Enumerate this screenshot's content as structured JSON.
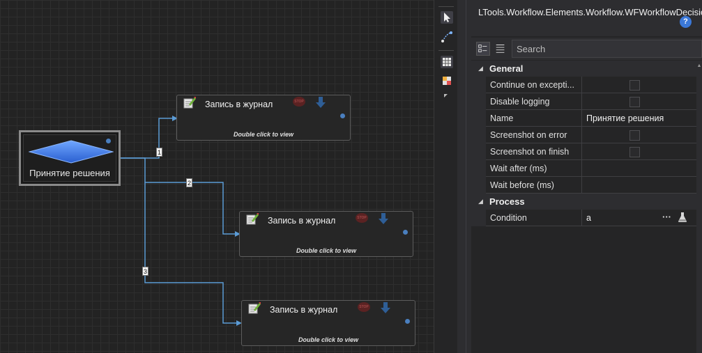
{
  "canvas": {
    "decision": {
      "label": "Принятие решения"
    },
    "branches": [
      {
        "title": "Запись в журнал",
        "hint": "Double click to view"
      },
      {
        "title": "Запись в журнал",
        "hint": "Double click to view"
      },
      {
        "title": "Запись в журнал",
        "hint": "Double click to view"
      }
    ],
    "connector_labels": [
      "1",
      "2",
      "3"
    ],
    "stop_icon_text": "STOP",
    "colors": {
      "connector": "#5b9bd5",
      "diamond": "#3d7de8",
      "grid": "#2e2e2e"
    }
  },
  "toolbox": {
    "icons": [
      "pointer-icon",
      "connector-tool-icon",
      "grid-view-icon",
      "color-palette-icon",
      "expand-arrow-icon"
    ]
  },
  "properties": {
    "type_name": "LTools.Workflow.Elements.Workflow.WFWorkflowDecision:",
    "help_label": "?",
    "search": {
      "placeholder": "Search",
      "value": ""
    },
    "categories": [
      {
        "label": "General",
        "rows": [
          {
            "name": "Continue on excepti...",
            "type": "checkbox",
            "checked": false
          },
          {
            "name": "Disable logging",
            "type": "checkbox",
            "checked": false
          },
          {
            "name": "Name",
            "type": "text",
            "value": "Принятие решения"
          },
          {
            "name": "Screenshot on error",
            "type": "checkbox",
            "checked": false
          },
          {
            "name": "Screenshot on finish",
            "type": "checkbox",
            "checked": false
          },
          {
            "name": "Wait after (ms)",
            "type": "text",
            "value": ""
          },
          {
            "name": "Wait before (ms)",
            "type": "text",
            "value": ""
          }
        ]
      },
      {
        "label": "Process",
        "rows": [
          {
            "name": "Condition",
            "type": "expression",
            "value": "a",
            "button": "···"
          }
        ]
      }
    ]
  }
}
